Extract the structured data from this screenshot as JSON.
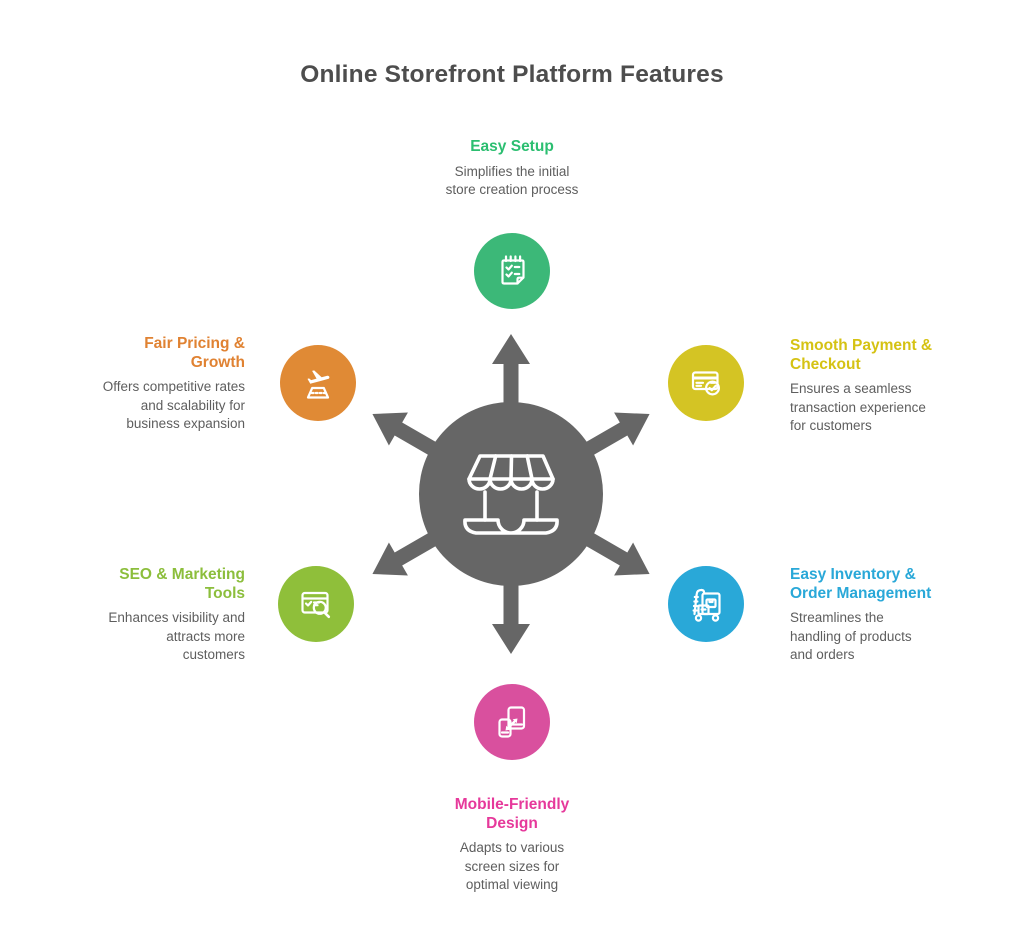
{
  "title": "Online Storefront Platform Features",
  "colors": {
    "title": "#4d4d4d",
    "body_text": "#5e5e5e",
    "hub": "#666666",
    "icon_stroke": "#ffffff"
  },
  "hub": {
    "icon": "storefront-icon",
    "spokes": 6
  },
  "features": [
    {
      "id": "easy-setup",
      "position": "top",
      "label": "Easy Setup",
      "label_lines": [
        "Easy Setup"
      ],
      "description": "Simplifies the initial store creation process",
      "desc_lines": [
        "Simplifies the initial",
        "store creation process"
      ],
      "color": "#2bbe70",
      "badge_color": "#3cb878",
      "icon": "checklist-notepad-icon"
    },
    {
      "id": "smooth-payment-checkout",
      "position": "upper-right",
      "label": "Smooth Payment & Checkout",
      "label_lines": [
        "Smooth Payment &",
        "Checkout"
      ],
      "description": "Ensures a seamless transaction experience for customers",
      "desc_lines": [
        "Ensures a seamless",
        "transaction experience",
        "for customers"
      ],
      "color": "#d5c213",
      "badge_color": "#d4c424",
      "icon": "credit-card-check-icon"
    },
    {
      "id": "easy-inventory-order-management",
      "position": "lower-right",
      "label": "Easy Inventory & Order Management",
      "label_lines": [
        "Easy Inventory &",
        "Order Management"
      ],
      "description": "Streamlines the handling of products and orders",
      "desc_lines": [
        "Streamlines the",
        "handling of products",
        "and orders"
      ],
      "color": "#29a8d8",
      "badge_color": "#29a8d8",
      "icon": "handtruck-boxes-icon"
    },
    {
      "id": "mobile-friendly-design",
      "position": "bottom",
      "label": "Mobile-Friendly Design",
      "label_lines": [
        "Mobile-Friendly",
        "Design"
      ],
      "description": "Adapts to various screen sizes for optimal viewing",
      "desc_lines": [
        "Adapts to various",
        "screen sizes for",
        "optimal viewing"
      ],
      "color": "#e6399b",
      "badge_color": "#d9509e",
      "icon": "responsive-devices-icon"
    },
    {
      "id": "seo-marketing-tools",
      "position": "lower-left",
      "label": "SEO & Marketing Tools",
      "label_lines": [
        "SEO & Marketing",
        "Tools"
      ],
      "description": "Enhances visibility and attracts more customers",
      "desc_lines": [
        "Enhances visibility and",
        "attracts more",
        "customers"
      ],
      "color": "#8cbe3c",
      "badge_color": "#8fbf3a",
      "icon": "seo-search-window-icon"
    },
    {
      "id": "fair-pricing-growth",
      "position": "upper-left",
      "label": "Fair Pricing & Growth",
      "label_lines": [
        "Fair Pricing &",
        "Growth"
      ],
      "description": "Offers competitive rates and scalability for business expansion",
      "desc_lines": [
        "Offers competitive rates",
        "and scalability for",
        "business expansion"
      ],
      "color": "#e08232",
      "badge_color": "#e08a35",
      "icon": "plane-takeoff-icon"
    }
  ]
}
